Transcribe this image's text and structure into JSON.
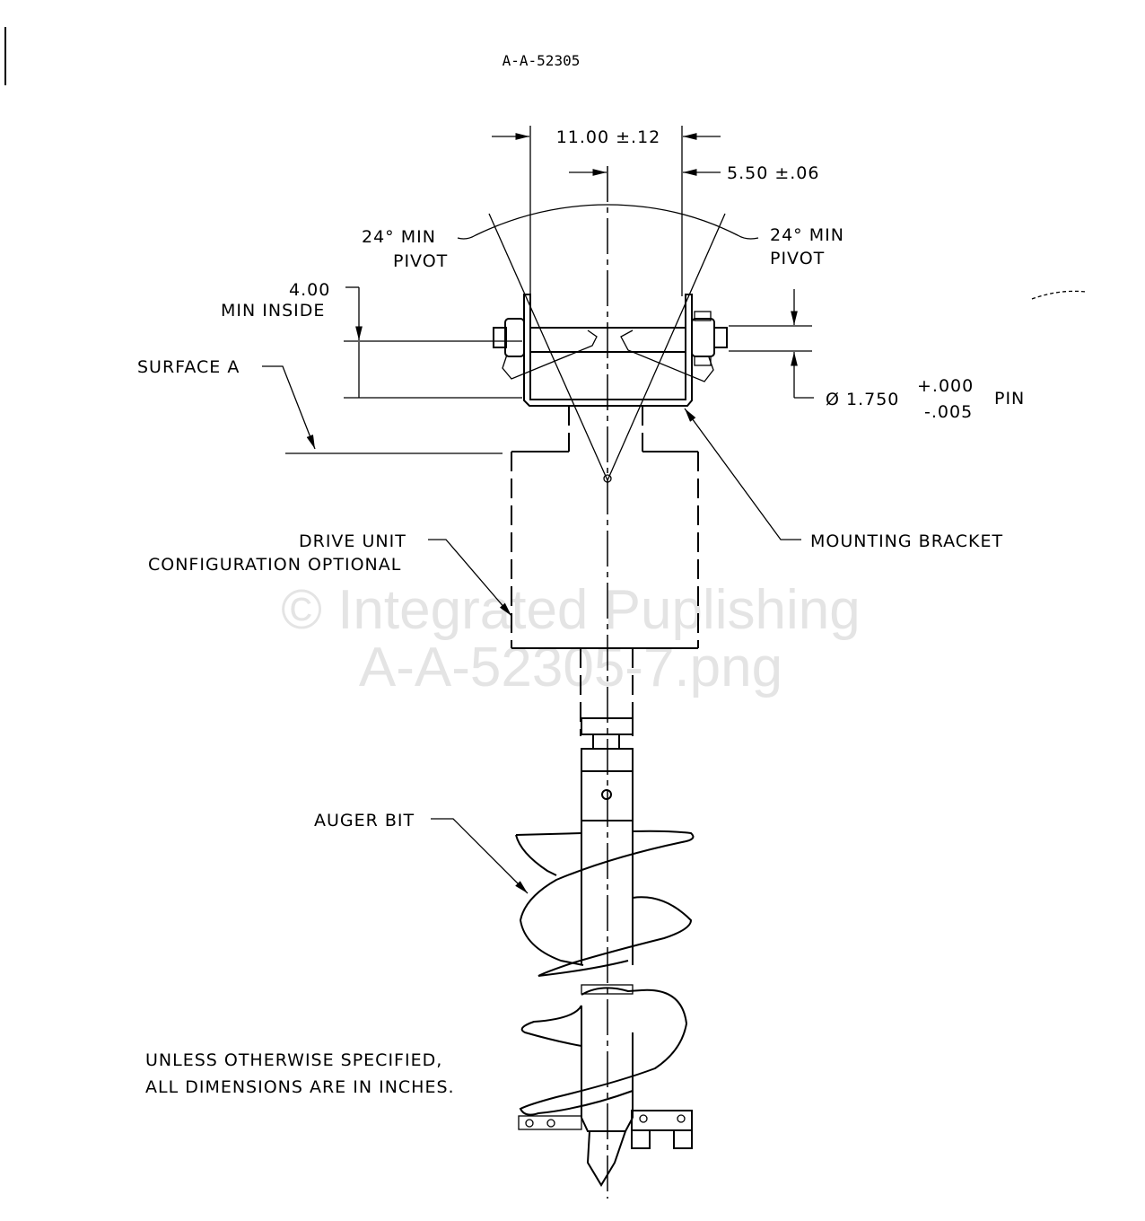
{
  "document_id": "A-A-52305",
  "dimensions": {
    "overall_width": "11.00 ±.12",
    "half_width": "5.50 ±.06",
    "inside_height_value": "4.00",
    "inside_height_label": "MIN INSIDE",
    "pivot_left_angle": "24° MIN",
    "pivot_left_label": "PIVOT",
    "pivot_right_angle": "24° MIN",
    "pivot_right_label": "PIVOT",
    "pin_diameter_prefix": "Ø 1.750",
    "pin_tol_plus": "+.000",
    "pin_tol_minus": "-.005",
    "pin_label": "PIN"
  },
  "callouts": {
    "surface": "SURFACE A",
    "drive_unit_line1": "DRIVE UNIT",
    "drive_unit_line2": "CONFIGURATION OPTIONAL",
    "mounting_bracket": "MOUNTING BRACKET",
    "auger_bit": "AUGER BIT"
  },
  "notes": {
    "line1": "UNLESS OTHERWISE SPECIFIED,",
    "line2": "ALL DIMENSIONS ARE IN INCHES."
  },
  "watermark": {
    "line1": "© Integrated Puplishing",
    "line2": "A-A-52305-7.png"
  }
}
